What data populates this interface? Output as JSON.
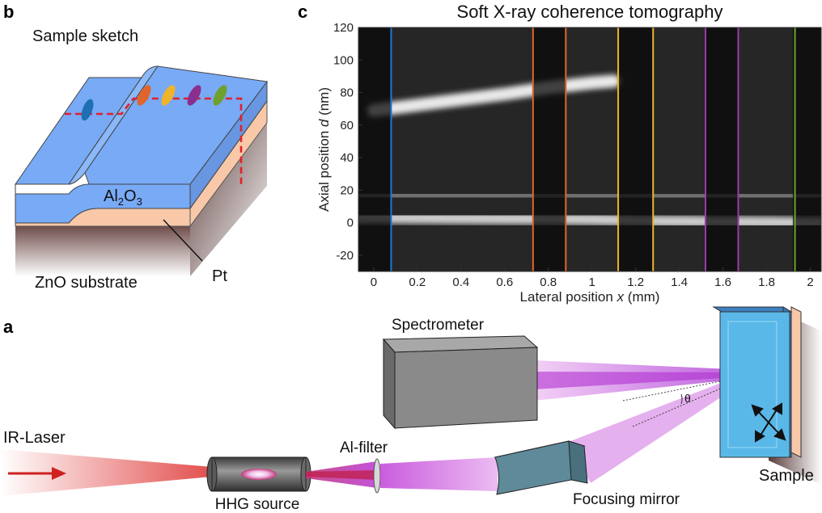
{
  "panel_b": {
    "letter": "b",
    "title": "Sample sketch",
    "label_al": "Al",
    "label_al_sub": "2",
    "label_o": "O",
    "label_o_sub": "3",
    "label_substrate": "ZnO substrate",
    "label_pt": "Pt",
    "colors": {
      "al2o3": "#78aaf6",
      "pt": "#f8c8a8",
      "substrate": "#6e4d4b",
      "trace": "#e0202a"
    },
    "markers": [
      {
        "color": "#1f6fb4"
      },
      {
        "color": "#e0652a"
      },
      {
        "color": "#f0b42a"
      },
      {
        "color": "#8a2f8f"
      },
      {
        "color": "#6ea02e"
      }
    ]
  },
  "panel_c": {
    "letter": "c",
    "title": "Soft X-ray coherence tomography",
    "x_label": "Lateral position ",
    "x_label_var": "x",
    "x_label_unit": " (mm)",
    "y_label": "Axial position ",
    "y_label_var": "d",
    "y_label_unit": " (nm)",
    "x_ticks": [
      "0",
      "0.2",
      "0.4",
      "0.6",
      "0.8",
      "1",
      "1.2",
      "1.4",
      "1.6",
      "1.8",
      "2"
    ],
    "y_ticks": [
      "120",
      "100",
      "80",
      "60",
      "40",
      "20",
      "0",
      "-20"
    ]
  },
  "chart_data": {
    "type": "heatmap",
    "title": "Soft X-ray coherence tomography",
    "xlabel": "Lateral position x (mm)",
    "ylabel": "Axial position d (nm)",
    "xlim": [
      -0.07,
      2.05
    ],
    "ylim": [
      -30,
      120
    ],
    "x_ticks": [
      0,
      0.2,
      0.4,
      0.6,
      0.8,
      1,
      1.2,
      1.4,
      1.6,
      1.8,
      2
    ],
    "y_ticks": [
      -20,
      0,
      20,
      40,
      60,
      80,
      100,
      120
    ],
    "colormap": "grayscale",
    "upper_interface": [
      {
        "x": 0.0,
        "d": 69
      },
      {
        "x": 0.3,
        "d": 74
      },
      {
        "x": 0.6,
        "d": 79
      },
      {
        "x": 0.8,
        "d": 83
      },
      {
        "x": 1.0,
        "d": 86
      }
    ],
    "lower_interface": [
      {
        "x": 0.0,
        "d": 3
      },
      {
        "x": 1.0,
        "d": 2
      },
      {
        "x": 1.3,
        "d": 1
      },
      {
        "x": 2.0,
        "d": 0
      }
    ],
    "pt_interface": [
      {
        "x": 0.0,
        "d": 17
      },
      {
        "x": 1.0,
        "d": 16
      },
      {
        "x": 2.0,
        "d": 16
      }
    ],
    "dark_bands": [
      {
        "from": -0.07,
        "to": 0.08
      },
      {
        "from": 0.73,
        "to": 0.88
      },
      {
        "from": 1.12,
        "to": 1.28
      },
      {
        "from": 1.52,
        "to": 1.67
      },
      {
        "from": 1.92,
        "to": 2.05
      }
    ],
    "vertical_lines": [
      {
        "x": 0.08,
        "color": "#1f77d4"
      },
      {
        "x": 0.73,
        "color": "#e0652a"
      },
      {
        "x": 0.88,
        "color": "#e0652a"
      },
      {
        "x": 1.12,
        "color": "#f0b42a"
      },
      {
        "x": 1.28,
        "color": "#f0b42a"
      },
      {
        "x": 1.52,
        "color": "#9b3aa6"
      },
      {
        "x": 1.67,
        "color": "#9b3aa6"
      },
      {
        "x": 1.93,
        "color": "#6ea02e"
      }
    ]
  },
  "panel_a": {
    "letter": "a",
    "label_laser": "IR-Laser",
    "label_hhg": "HHG source",
    "label_filter": "Al-filter",
    "label_spectrometer": "Spectrometer",
    "label_mirror": "Focusing mirror",
    "label_sample": "Sample",
    "label_theta": "θ",
    "colors": {
      "laser": "#e03a3a",
      "xuv": "#c040d8",
      "sample_glass": "#5ab8e8",
      "box_gray": "#8a8a8a",
      "mirror": "#5e8a9a"
    }
  }
}
